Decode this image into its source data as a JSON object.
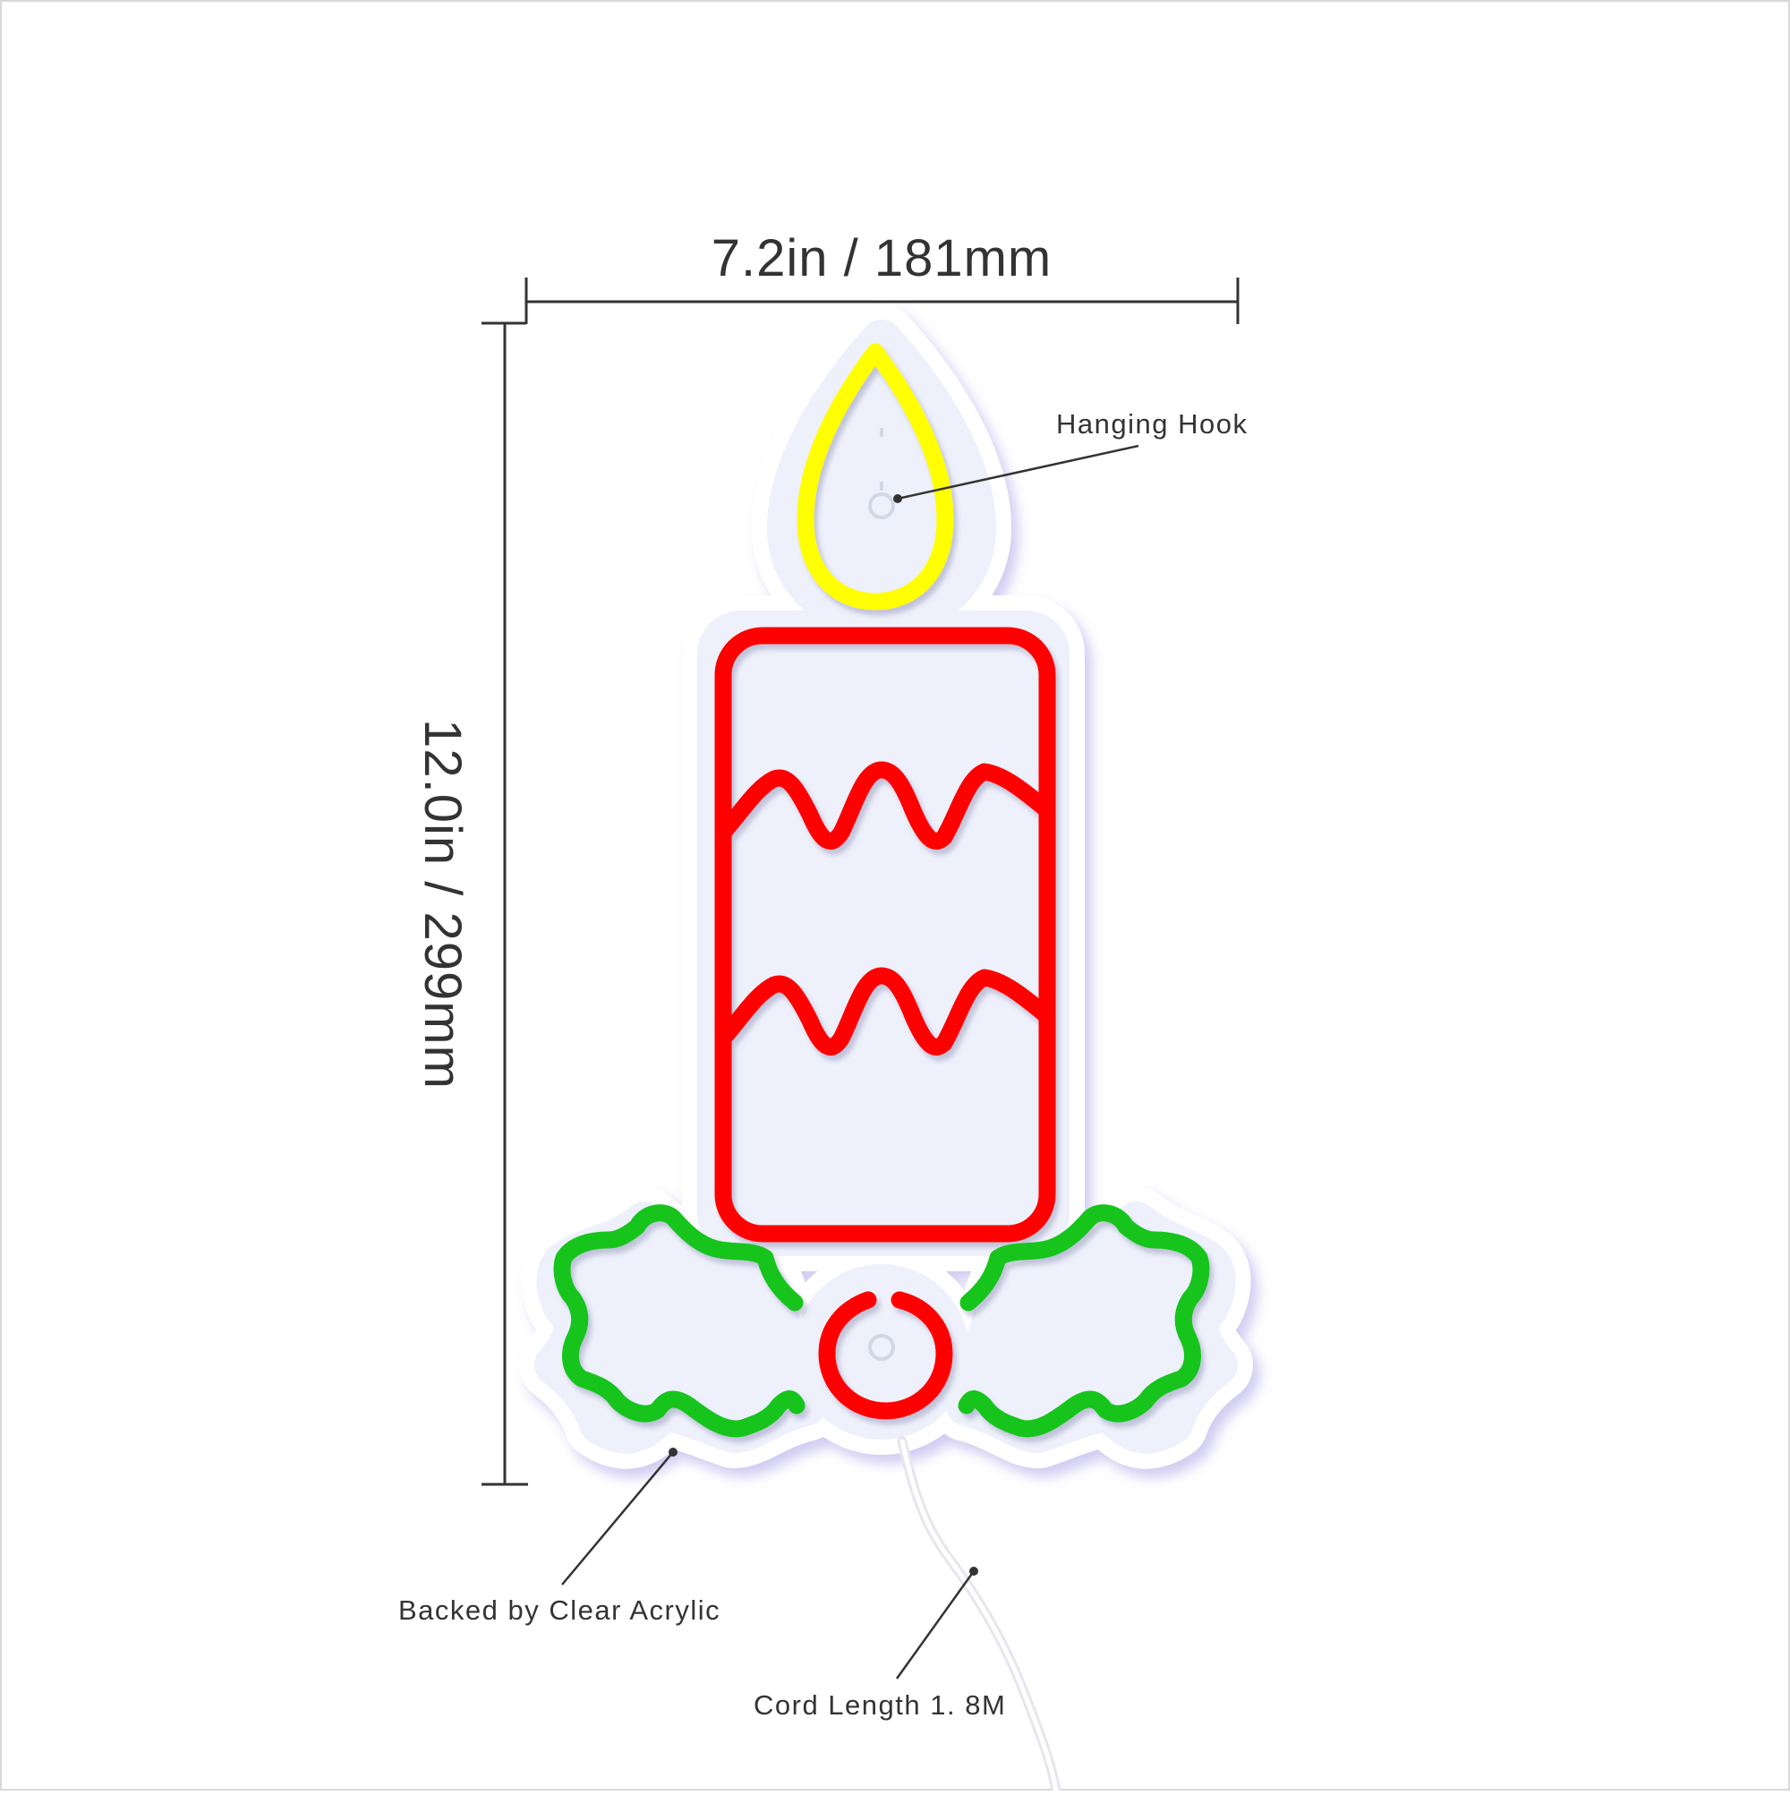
{
  "dimensions": {
    "width_label": "7.2in / 181mm",
    "height_label": "12.0in / 299mm"
  },
  "callouts": {
    "hook": "Hanging Hook",
    "backing": "Backed by Clear Acrylic",
    "cord": "Cord Length 1. 8M"
  },
  "colors": {
    "flame": "#ffff00",
    "candle": "#ff0000",
    "holly": "#18c41e",
    "backing": "#eef1fb",
    "line": "#333333"
  }
}
